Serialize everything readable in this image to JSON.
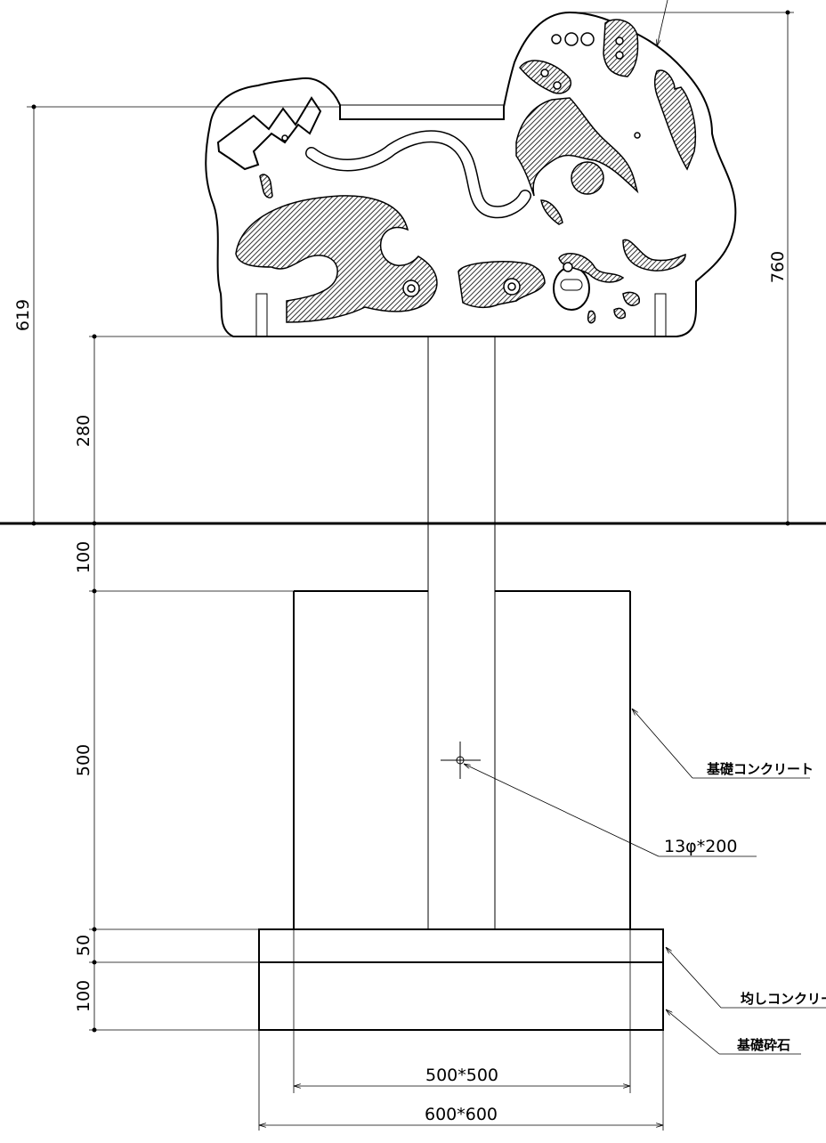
{
  "dimensions": {
    "height_total": "760",
    "height_panel": "619",
    "clearance": "280",
    "embed_top": "100",
    "foundation_depth": "500",
    "leveling_layer": "50",
    "gravel_layer": "100",
    "foundation_width": "500*500",
    "base_width": "600*600"
  },
  "labels": {
    "foundation_concrete": "基礎コンクリート",
    "rebar": "13φ*200",
    "leveling_concrete": "均しコンクリー",
    "base_gravel": "基礎砕石"
  }
}
